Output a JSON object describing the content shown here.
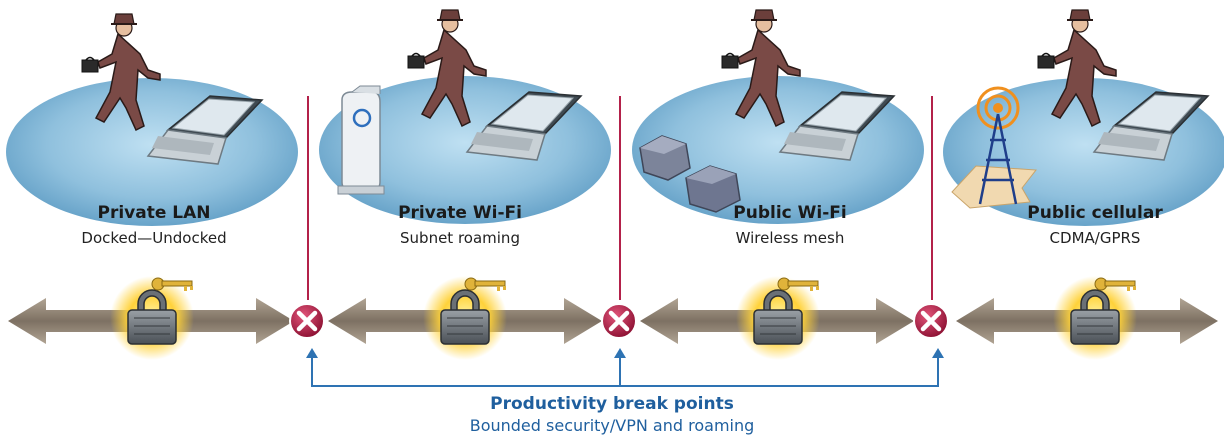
{
  "zones": [
    {
      "title": "Private LAN",
      "subtitle": "Docked—Undocked"
    },
    {
      "title": "Private Wi-Fi",
      "subtitle": "Subnet roaming"
    },
    {
      "title": "Public Wi-Fi",
      "subtitle": "Wireless mesh"
    },
    {
      "title": "Public cellular",
      "subtitle": "CDMA/GPRS"
    }
  ],
  "caption": {
    "title": "Productivity break points",
    "subtitle": "Bounded security/VPN and roaming"
  },
  "colors": {
    "ellipse": "#8fc0dd",
    "divider": "#b3214a",
    "break_icon": "#b3214a",
    "bracket": "#2e73b3",
    "caption": "#1f5f9e",
    "arrow": "#8a7a67",
    "glow": "#ffd23a"
  },
  "icons": [
    "businessman-icon",
    "laptop-icon",
    "padlock-icon",
    "key-icon",
    "break-point-icon",
    "wifi-access-point-icon",
    "mesh-node-icon",
    "cell-tower-icon"
  ]
}
